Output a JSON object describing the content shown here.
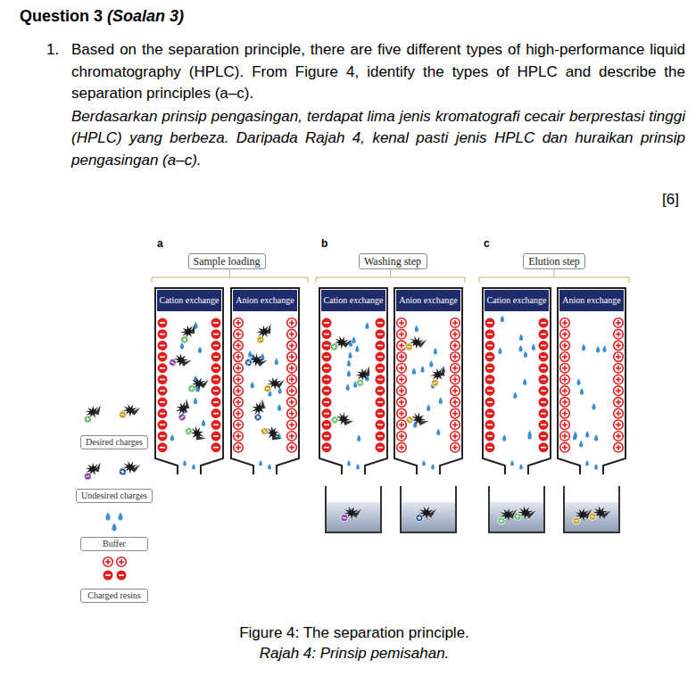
{
  "diagram": {
    "caption": "Figure 4: The separation principle.",
    "nodes": [
      {
        "text": [
          "Sample loading"
        ]
      },
      {
        "text": [
          "Washing step"
        ]
      },
      {
        "text": [
          "Elution step"
        ]
      },
      {
        "text": [
          "Cation exchange"
        ]
      },
      {
        "text": [
          "Anion exchange"
        ]
      },
      {
        "text": [
          "Cation exchange"
        ]
      },
      {
        "text": [
          "Anion exchange"
        ]
      },
      {
        "text": [
          "Cation exchange"
        ]
      },
      {
        "text": [
          "Anion exchange"
        ]
      }
    ],
    "labels": [
      "Question 3",
      "(Soalan 3)",
      "1.",
      "Based on the separation principle, there are five different types of high-performance liquid chromatography (HPLC). From Figure 4, identify the types of HPLC and describe the separation principles (a–c).",
      "Berdasarkan prinsip pengasingan, terdapat lima jenis kromatografi cecair berprestasi tinggi (HPLC) yang berbeza. Daripada Rajah 4, kenal pasti jenis HPLC dan huraikan prinsip pengasingan (a–c).",
      "[6]",
      "a",
      "b",
      "c",
      "Rajah 4: Prinsip pemisahan."
    ],
    "legend": [
      {
        "text": "Desired charges"
      },
      {
        "text": "Undesired charges"
      },
      {
        "text": "Buffer"
      },
      {
        "text": "Charged resins"
      }
    ]
  }
}
